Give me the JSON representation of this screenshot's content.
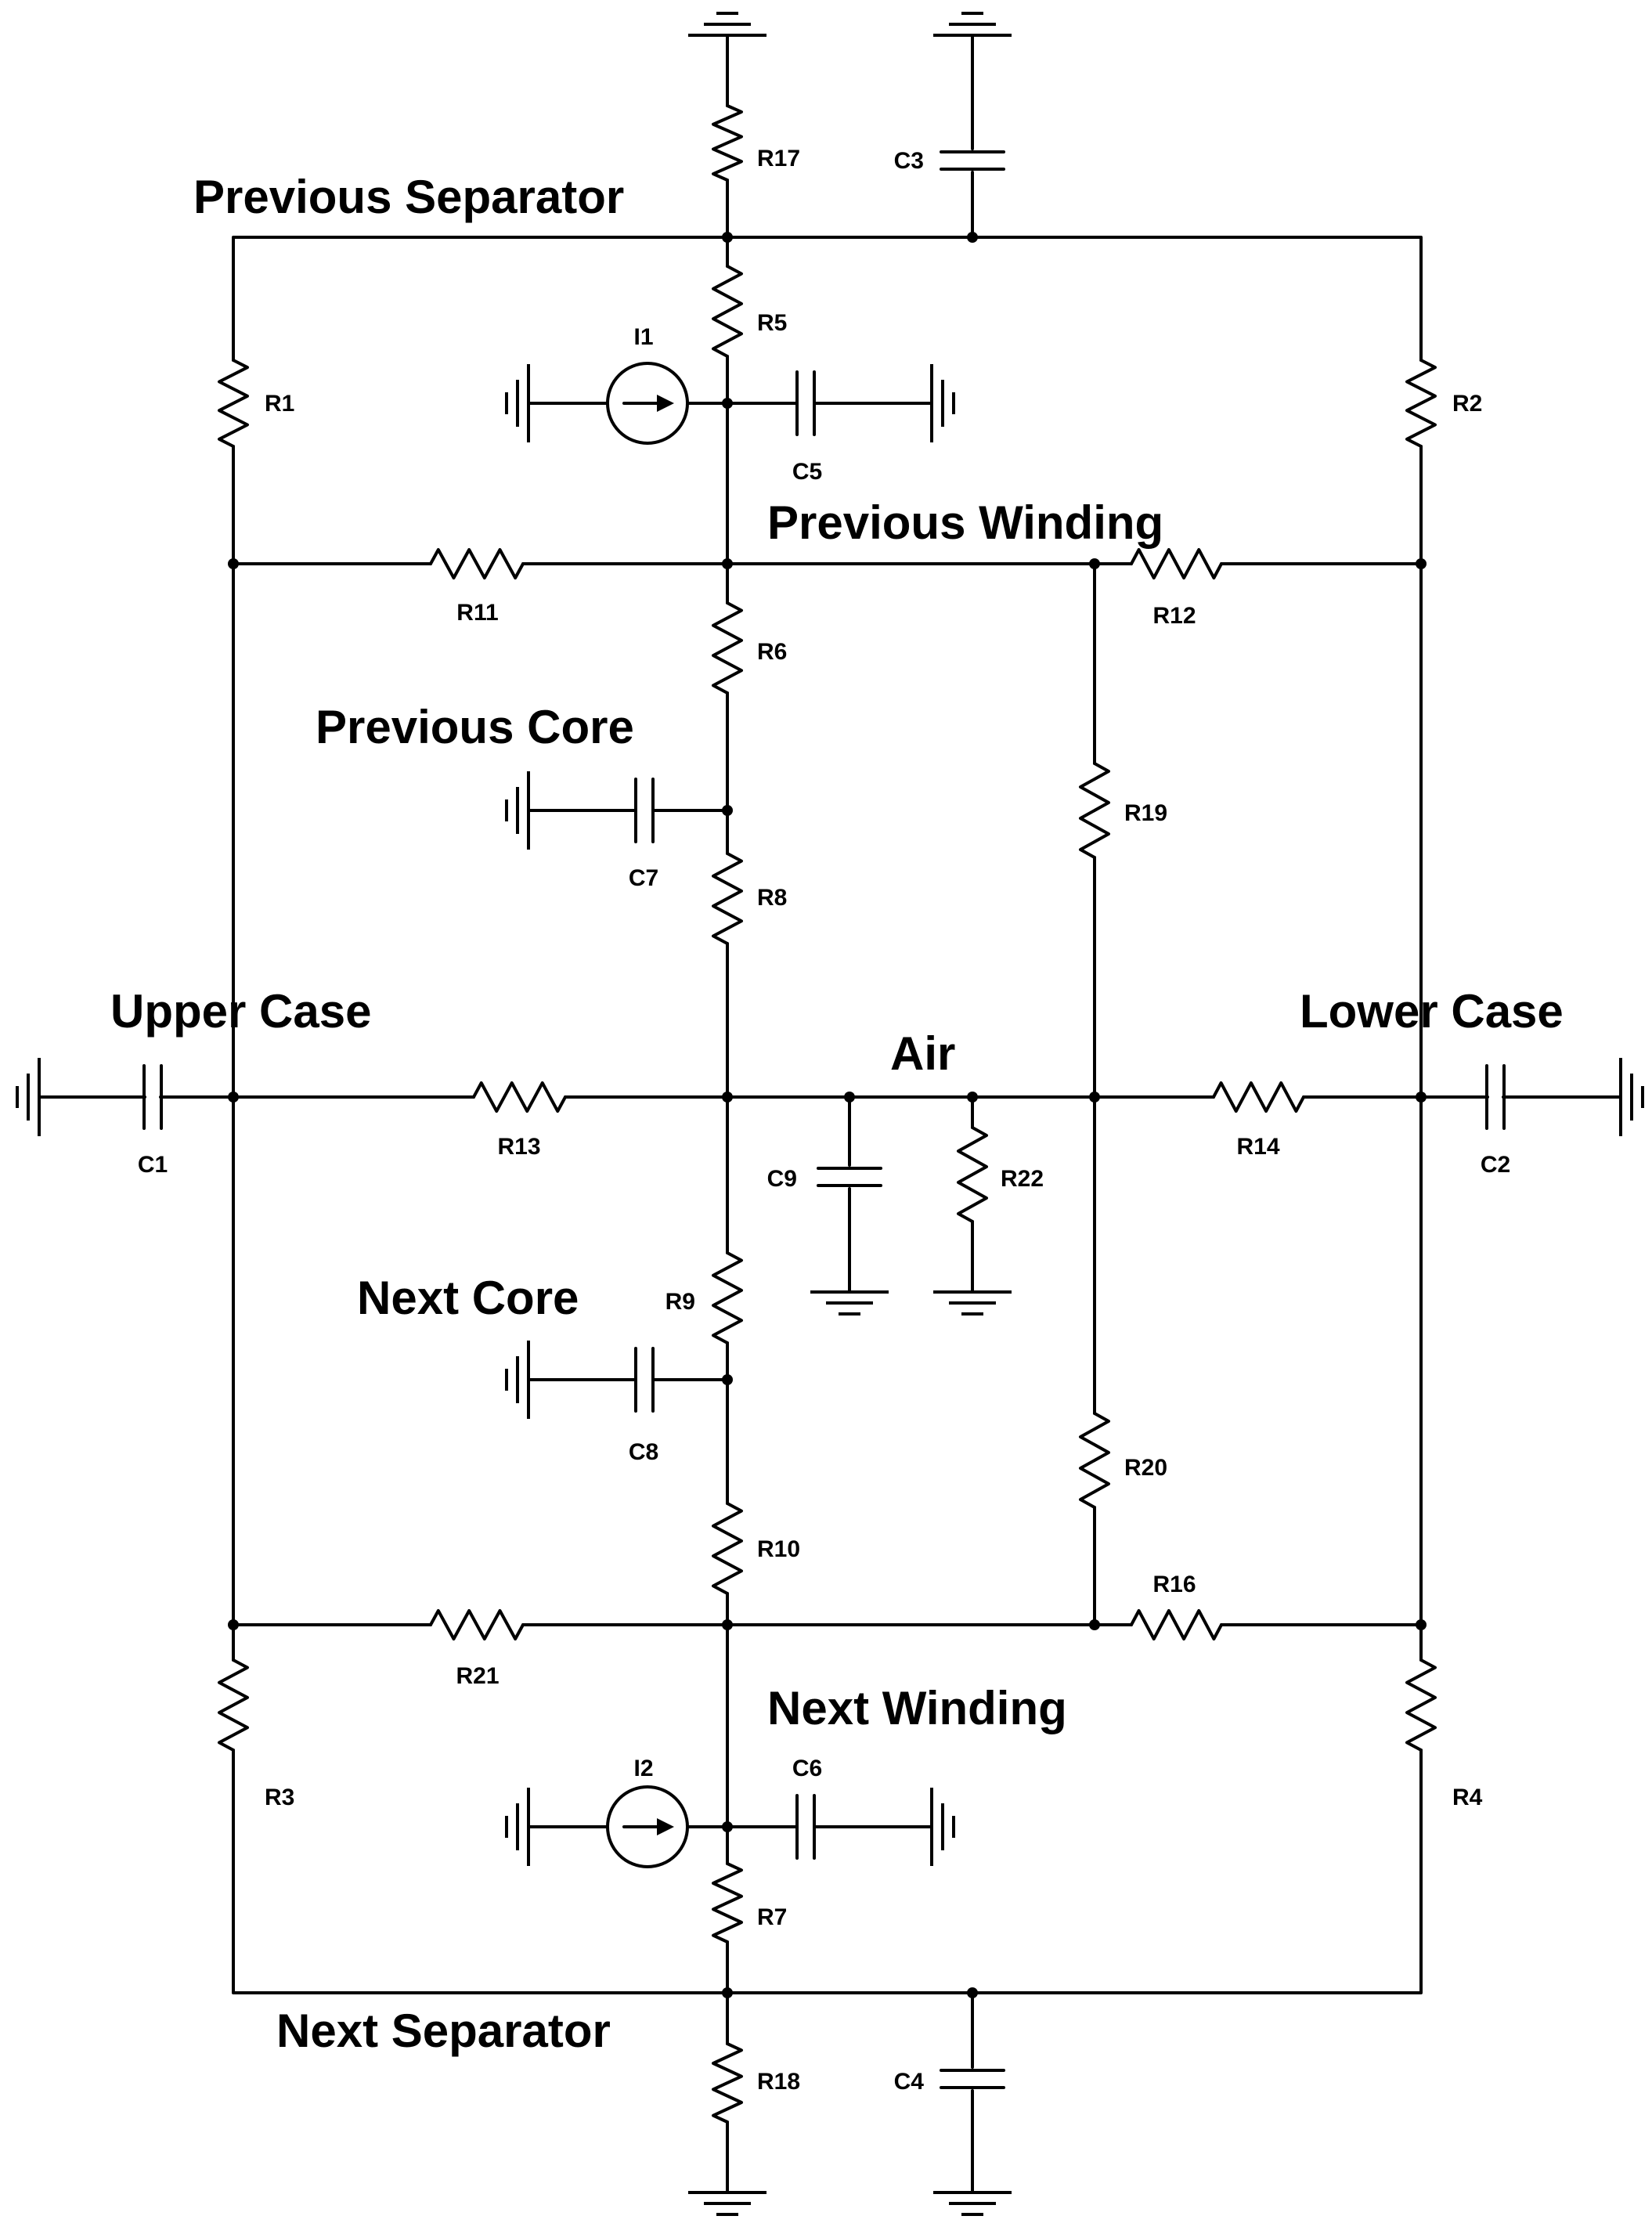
{
  "nodes": [
    {
      "id": "previous_separator",
      "label": "Previous Separator"
    },
    {
      "id": "previous_winding",
      "label": "Previous Winding"
    },
    {
      "id": "previous_core",
      "label": "Previous Core"
    },
    {
      "id": "upper_case",
      "label": "Upper Case"
    },
    {
      "id": "air",
      "label": "Air"
    },
    {
      "id": "lower_case",
      "label": "Lower Case"
    },
    {
      "id": "next_core",
      "label": "Next Core"
    },
    {
      "id": "next_winding",
      "label": "Next Winding"
    },
    {
      "id": "next_separator",
      "label": "Next Separator"
    }
  ],
  "components": [
    {
      "label": "R1",
      "type": "resistor"
    },
    {
      "label": "R2",
      "type": "resistor"
    },
    {
      "label": "R3",
      "type": "resistor"
    },
    {
      "label": "R4",
      "type": "resistor"
    },
    {
      "label": "R5",
      "type": "resistor"
    },
    {
      "label": "R6",
      "type": "resistor"
    },
    {
      "label": "R7",
      "type": "resistor"
    },
    {
      "label": "R8",
      "type": "resistor"
    },
    {
      "label": "R9",
      "type": "resistor"
    },
    {
      "label": "R10",
      "type": "resistor"
    },
    {
      "label": "R11",
      "type": "resistor"
    },
    {
      "label": "R12",
      "type": "resistor"
    },
    {
      "label": "R13",
      "type": "resistor"
    },
    {
      "label": "R14",
      "type": "resistor"
    },
    {
      "label": "R16",
      "type": "resistor"
    },
    {
      "label": "R17",
      "type": "resistor"
    },
    {
      "label": "R18",
      "type": "resistor"
    },
    {
      "label": "R19",
      "type": "resistor"
    },
    {
      "label": "R20",
      "type": "resistor"
    },
    {
      "label": "R21",
      "type": "resistor"
    },
    {
      "label": "R22",
      "type": "resistor"
    },
    {
      "label": "C1",
      "type": "capacitor"
    },
    {
      "label": "C2",
      "type": "capacitor"
    },
    {
      "label": "C3",
      "type": "capacitor"
    },
    {
      "label": "C4",
      "type": "capacitor"
    },
    {
      "label": "C5",
      "type": "capacitor"
    },
    {
      "label": "C6",
      "type": "capacitor"
    },
    {
      "label": "C7",
      "type": "capacitor"
    },
    {
      "label": "C8",
      "type": "capacitor"
    },
    {
      "label": "C9",
      "type": "capacitor"
    },
    {
      "label": "I1",
      "type": "current-source"
    },
    {
      "label": "I2",
      "type": "current-source"
    }
  ]
}
